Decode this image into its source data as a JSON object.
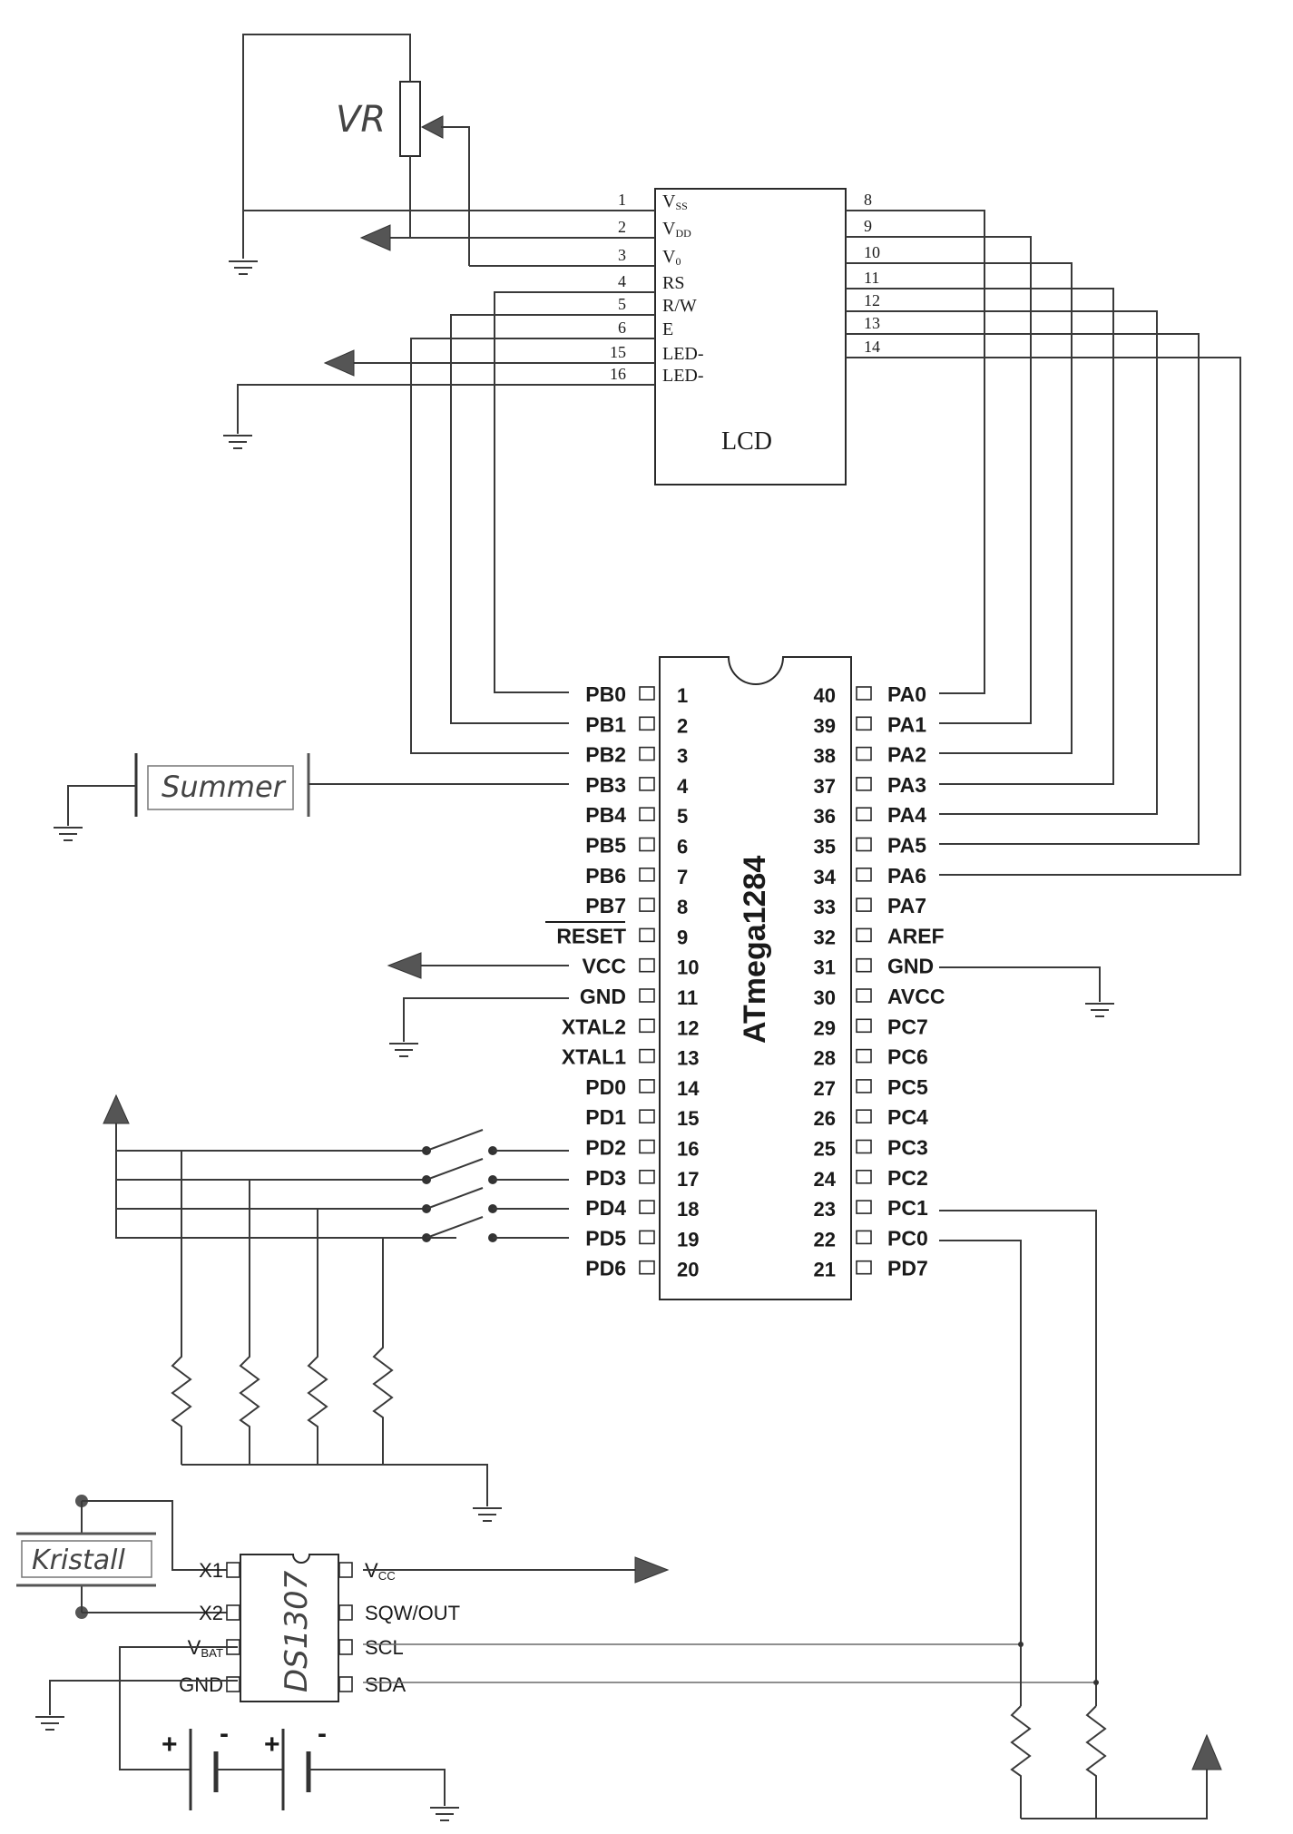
{
  "components": {
    "vr": {
      "label": "VR"
    },
    "lcd": {
      "label": "LCD",
      "left_pins": [
        {
          "num": "1",
          "name_main": "V",
          "name_sub": "SS"
        },
        {
          "num": "2",
          "name_main": "V",
          "name_sub": "DD"
        },
        {
          "num": "3",
          "name_main": "V",
          "name_sub": "0"
        },
        {
          "num": "4",
          "name_main": "RS",
          "name_sub": ""
        },
        {
          "num": "5",
          "name_main": "R/W",
          "name_sub": ""
        },
        {
          "num": "6",
          "name_main": "E",
          "name_sub": ""
        },
        {
          "num": "15",
          "name_main": "LED-",
          "name_sub": ""
        },
        {
          "num": "16",
          "name_main": "LED-",
          "name_sub": ""
        }
      ],
      "right_pins": [
        "8",
        "9",
        "10",
        "11",
        "12",
        "13",
        "14"
      ]
    },
    "mcu": {
      "label": "ATmega1284",
      "left_pins": [
        {
          "num": "1",
          "name": "PB0"
        },
        {
          "num": "2",
          "name": "PB1"
        },
        {
          "num": "3",
          "name": "PB2"
        },
        {
          "num": "4",
          "name": "PB3"
        },
        {
          "num": "5",
          "name": "PB4"
        },
        {
          "num": "6",
          "name": "PB5"
        },
        {
          "num": "7",
          "name": "PB6"
        },
        {
          "num": "8",
          "name": "PB7"
        },
        {
          "num": "9",
          "name": "RESET"
        },
        {
          "num": "10",
          "name": "VCC"
        },
        {
          "num": "11",
          "name": "GND"
        },
        {
          "num": "12",
          "name": "XTAL2"
        },
        {
          "num": "13",
          "name": "XTAL1"
        },
        {
          "num": "14",
          "name": "PD0"
        },
        {
          "num": "15",
          "name": "PD1"
        },
        {
          "num": "16",
          "name": "PD2"
        },
        {
          "num": "17",
          "name": "PD3"
        },
        {
          "num": "18",
          "name": "PD4"
        },
        {
          "num": "19",
          "name": "PD5"
        },
        {
          "num": "20",
          "name": "PD6"
        }
      ],
      "right_pins": [
        {
          "num": "40",
          "name": "PA0"
        },
        {
          "num": "39",
          "name": "PA1"
        },
        {
          "num": "38",
          "name": "PA2"
        },
        {
          "num": "37",
          "name": "PA3"
        },
        {
          "num": "36",
          "name": "PA4"
        },
        {
          "num": "35",
          "name": "PA5"
        },
        {
          "num": "34",
          "name": "PA6"
        },
        {
          "num": "33",
          "name": "PA7"
        },
        {
          "num": "32",
          "name": "AREF"
        },
        {
          "num": "31",
          "name": "GND"
        },
        {
          "num": "30",
          "name": "AVCC"
        },
        {
          "num": "29",
          "name": "PC7"
        },
        {
          "num": "28",
          "name": "PC6"
        },
        {
          "num": "27",
          "name": "PC5"
        },
        {
          "num": "26",
          "name": "PC4"
        },
        {
          "num": "25",
          "name": "PC3"
        },
        {
          "num": "24",
          "name": "PC2"
        },
        {
          "num": "23",
          "name": "PC1"
        },
        {
          "num": "22",
          "name": "PC0"
        },
        {
          "num": "21",
          "name": "PD7"
        }
      ]
    },
    "summer": {
      "label": "Summer"
    },
    "kristall": {
      "label": "Kristall"
    },
    "rtc": {
      "label": "DS1307",
      "left_pins": [
        {
          "name_main": "X1",
          "name_sub": ""
        },
        {
          "name_main": "X2",
          "name_sub": ""
        },
        {
          "name_main": "V",
          "name_sub": "BAT"
        },
        {
          "name_main": "GND",
          "name_sub": ""
        }
      ],
      "right_pins": [
        {
          "name_main": "V",
          "name_sub": "CC"
        },
        {
          "name_main": "SQW/OUT",
          "name_sub": ""
        },
        {
          "name_main": "SCL",
          "name_sub": ""
        },
        {
          "name_main": "SDA",
          "name_sub": ""
        }
      ]
    },
    "battery": {
      "plus": "+",
      "minus": "-"
    }
  }
}
